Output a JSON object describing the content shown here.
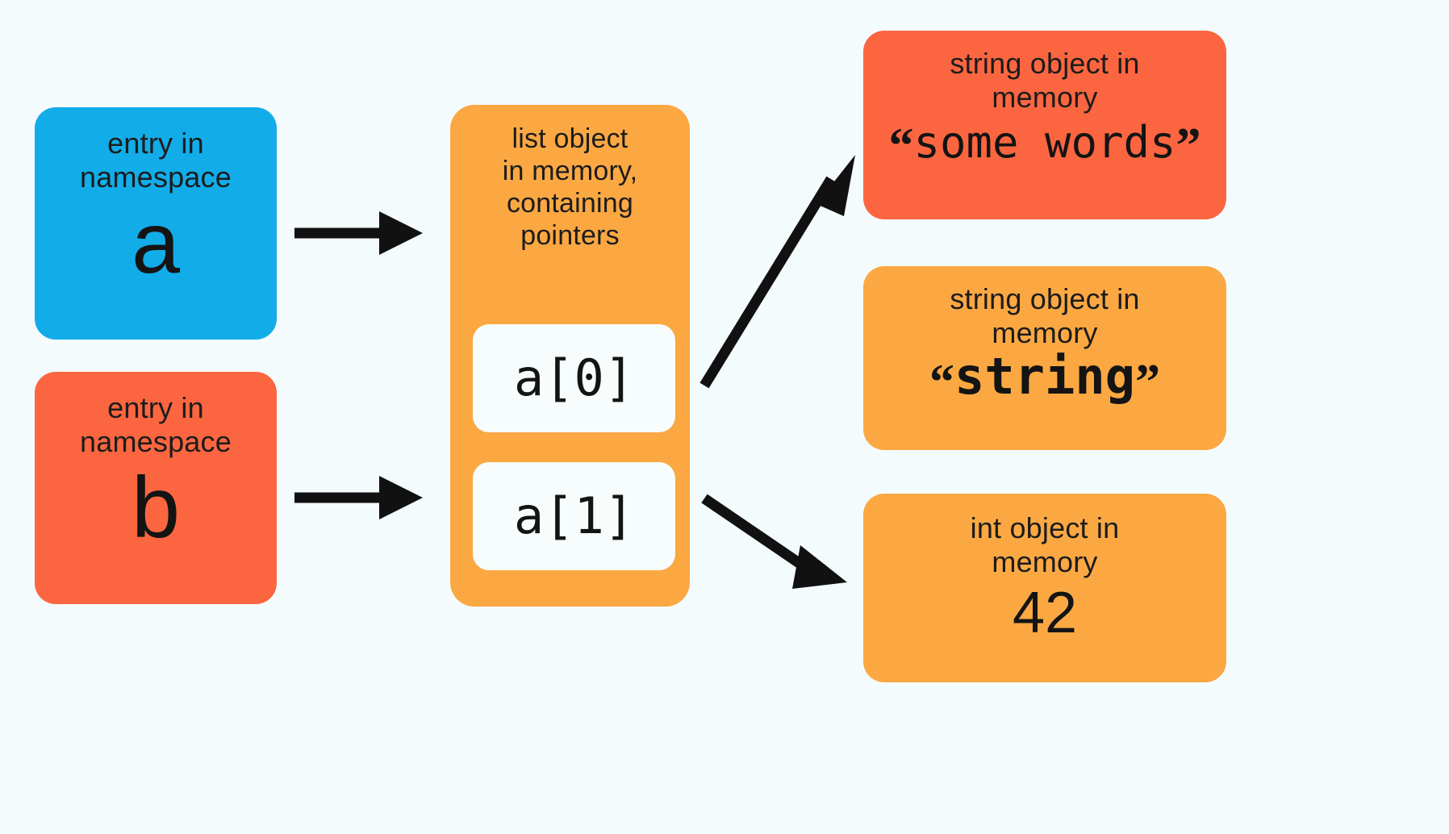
{
  "background_color": "#f4fbfd",
  "colors": {
    "blue": "#12ace9",
    "coral": "#fb6640",
    "orange": "#fba843",
    "cell_white": "#f7fcfd",
    "text": "#141414",
    "arrow": "#111111"
  },
  "namespace_entries": [
    {
      "caption_line1": "entry in",
      "caption_line2": "namespace",
      "variable": "a",
      "color": "#12ace9"
    },
    {
      "caption_line1": "entry in",
      "caption_line2": "namespace",
      "variable": "b",
      "color": "#fb6640"
    }
  ],
  "list_object": {
    "caption_line1": "list object",
    "caption_line2": "in memory,",
    "caption_line3": "containing",
    "caption_line4": "pointers",
    "color": "#fba843",
    "cells": [
      {
        "label": "a[0]"
      },
      {
        "label": "a[1]"
      }
    ]
  },
  "objects": [
    {
      "caption_line1": "string object in",
      "caption_line2": "memory",
      "open_quote": "“",
      "value": "some words",
      "close_quote": "”",
      "color": "#fb6640"
    },
    {
      "caption_line1": "string object in",
      "caption_line2": "memory",
      "open_quote": "“",
      "value": "string",
      "close_quote": "”",
      "color": "#fba843"
    },
    {
      "caption_line1": "int object in",
      "caption_line2": "memory",
      "value": "42",
      "color": "#fba843"
    }
  ],
  "arrows": [
    {
      "name": "arrow-a-to-list",
      "from": "ns-a",
      "to": "list-object"
    },
    {
      "name": "arrow-b-to-list",
      "from": "ns-b",
      "to": "list-object"
    },
    {
      "name": "arrow-cell0-to-some-words",
      "from": "cell-0",
      "to": "obj-some-words"
    },
    {
      "name": "arrow-cell1-to-int",
      "from": "cell-1",
      "to": "obj-int"
    }
  ]
}
